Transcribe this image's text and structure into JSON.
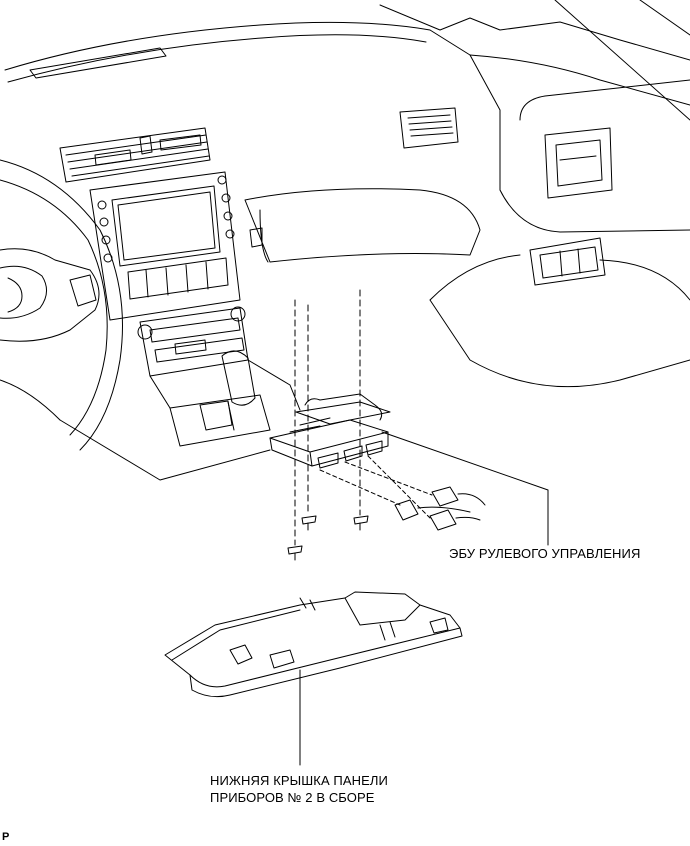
{
  "diagram": {
    "labels": {
      "ecu": "ЭБУ РУЛЕВОГО УПРАВЛЕНИЯ",
      "cover_line1": "НИЖНЯЯ КРЫШКА ПАНЕЛИ",
      "cover_line2": "ПРИБОРОВ № 2 В СБОРЕ",
      "corner_code": "P"
    },
    "colors": {
      "line": "#000000",
      "background": "#ffffff"
    }
  }
}
